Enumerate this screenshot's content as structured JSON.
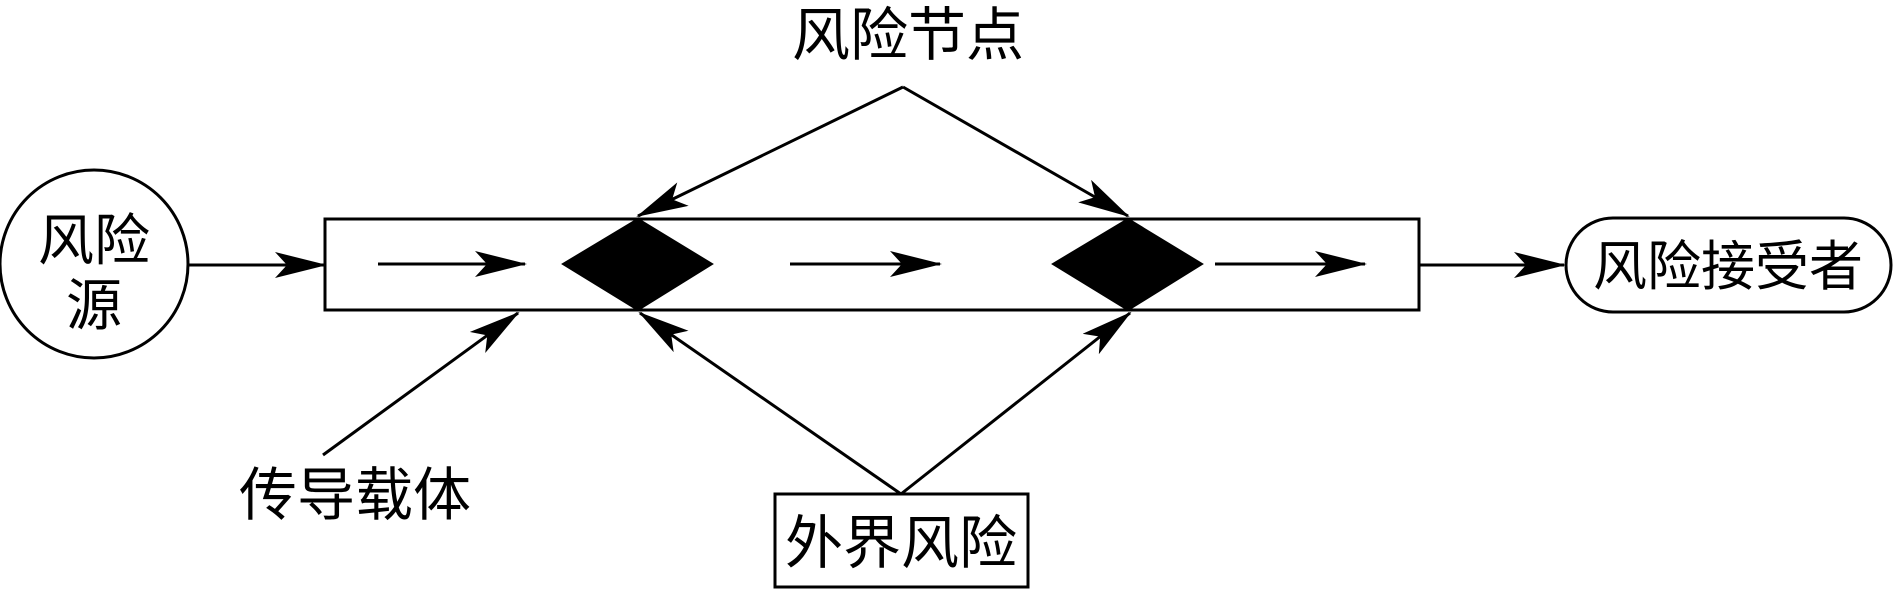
{
  "labels": {
    "risk_source_line1": "风险",
    "risk_source_line2": "源",
    "risk_nodes": "风险节点",
    "risk_receiver": "风险接受者",
    "conduction_carrier": "传导载体",
    "external_risk": "外界风险"
  },
  "colors": {
    "stroke": "#000000",
    "background": "#ffffff",
    "node_fill": "#000000"
  }
}
